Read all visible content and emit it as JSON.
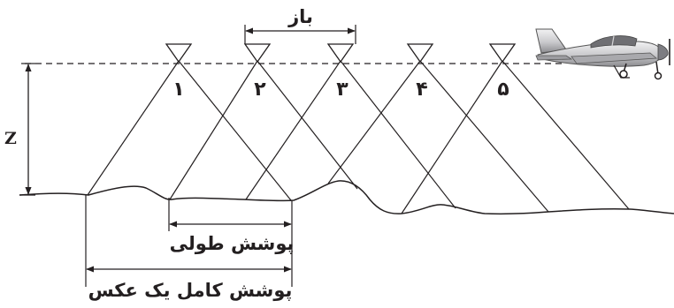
{
  "labels": {
    "baseline": "باز",
    "height": "Z",
    "forward_overlap": "پوشش طولی",
    "full_coverage": "پوشش کامل یک عکس"
  },
  "stations": [
    {
      "id": 1,
      "label": "۱"
    },
    {
      "id": 2,
      "label": "۲"
    },
    {
      "id": 3,
      "label": "۳"
    },
    {
      "id": 4,
      "label": "۴"
    },
    {
      "id": 5,
      "label": "۵"
    }
  ],
  "colors": {
    "line": "#231f20",
    "aircraft_body": "#cfcfd1",
    "aircraft_dark": "#6f6f73"
  },
  "icons": {
    "aircraft": "airplane-icon",
    "camera": "triangle-camera-icon"
  }
}
